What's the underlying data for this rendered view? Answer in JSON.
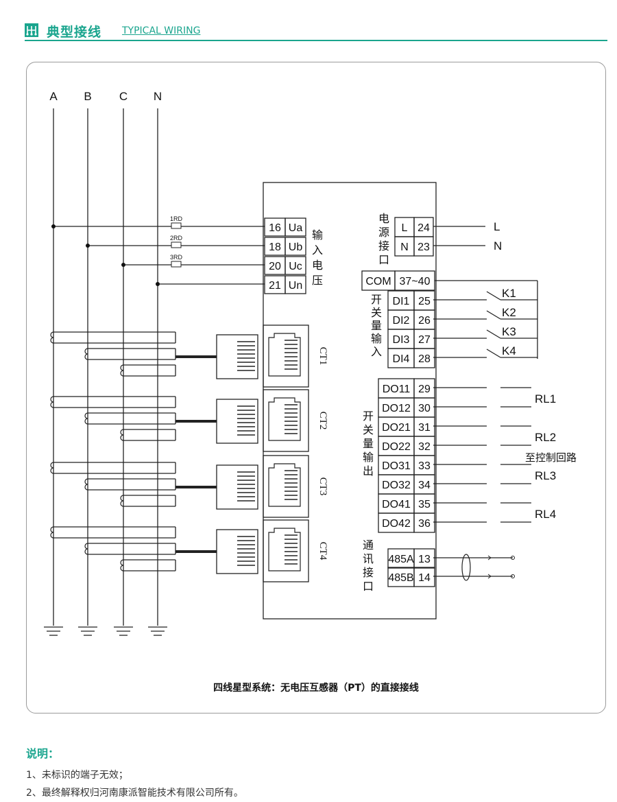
{
  "header": {
    "title": "典型接线",
    "subtitle": "TYPICAL WIRING",
    "accent_color": "#1aa58e",
    "icon": "wiring-icon"
  },
  "diagram": {
    "phases": [
      "A",
      "B",
      "C",
      "N"
    ],
    "fuses": [
      "1RD",
      "2RD",
      "3RD"
    ],
    "voltage_input": {
      "group_label": [
        "输",
        "入",
        "电",
        "压"
      ],
      "terminals": [
        {
          "num": "16",
          "name": "Ua"
        },
        {
          "num": "18",
          "name": "Ub"
        },
        {
          "num": "20",
          "name": "Uc"
        },
        {
          "num": "21",
          "name": "Un"
        }
      ]
    },
    "ct_ports": [
      "CT1",
      "CT2",
      "CT3",
      "CT4"
    ],
    "power": {
      "group_label": [
        "电",
        "源",
        "接",
        "口"
      ],
      "terminals": [
        {
          "name": "L",
          "num": "24",
          "ext": "L"
        },
        {
          "name": "N",
          "num": "23",
          "ext": "N"
        }
      ]
    },
    "com": {
      "name": "COM",
      "num": "37~40"
    },
    "digital_input": {
      "group_label": [
        "开",
        "关",
        "量",
        "输",
        "入"
      ],
      "terminals": [
        {
          "name": "DI1",
          "num": "25",
          "switch": "K1"
        },
        {
          "name": "DI2",
          "num": "26",
          "switch": "K2"
        },
        {
          "name": "DI3",
          "num": "27",
          "switch": "K3"
        },
        {
          "name": "DI4",
          "num": "28",
          "switch": "K4"
        }
      ]
    },
    "digital_output": {
      "group_label": [
        "开",
        "关",
        "量",
        "输",
        "出"
      ],
      "terminals": [
        {
          "name": "DO11",
          "num": "29"
        },
        {
          "name": "DO12",
          "num": "30"
        },
        {
          "name": "DO21",
          "num": "31"
        },
        {
          "name": "DO22",
          "num": "32"
        },
        {
          "name": "DO31",
          "num": "33"
        },
        {
          "name": "DO32",
          "num": "34"
        },
        {
          "name": "DO41",
          "num": "35"
        },
        {
          "name": "DO42",
          "num": "36"
        }
      ],
      "relays": [
        "RL1",
        "RL2",
        "RL3",
        "RL4"
      ],
      "control_note": "至控制回路"
    },
    "comm": {
      "group_label": [
        "通",
        "讯",
        "接",
        "口"
      ],
      "terminals": [
        {
          "name": "485A",
          "num": "13"
        },
        {
          "name": "485B",
          "num": "14"
        }
      ]
    },
    "caption": "四线星型系统：无电压互感器（PT）的直接接线"
  },
  "notes": {
    "title": "说明：",
    "items": [
      "1、未标识的端子无效；",
      "2、最终解释权归河南康派智能技术有限公司所有。"
    ]
  }
}
